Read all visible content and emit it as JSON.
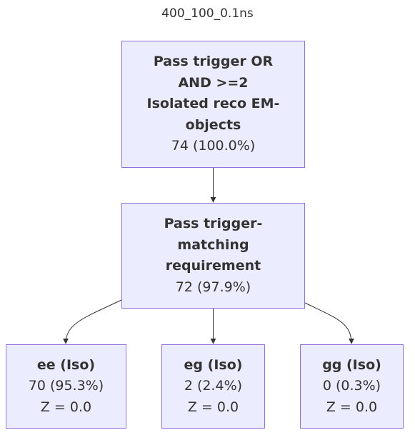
{
  "title": "400_100_0.1ns",
  "nodes": {
    "top": {
      "label_lines": [
        "Pass trigger OR",
        "AND >=2",
        "Isolated reco EM-",
        "objects"
      ],
      "count": "74 (100.0%)"
    },
    "middle": {
      "label_lines": [
        "Pass trigger-",
        "matching",
        "requirement"
      ],
      "count": "72 (97.9%)"
    },
    "ee": {
      "label": "ee (Iso)",
      "count": "70 (95.3%)",
      "z": "Z = 0.0"
    },
    "eg": {
      "label": "eg (Iso)",
      "count": "2 (2.4%)",
      "z": "Z = 0.0"
    },
    "gg": {
      "label": "gg (Iso)",
      "count": "0 (0.3%)",
      "z": "Z = 0.0"
    }
  },
  "colors": {
    "node_fill": "#ececff",
    "node_border": "#9370db",
    "edge": "#333333",
    "text": "#333333"
  }
}
